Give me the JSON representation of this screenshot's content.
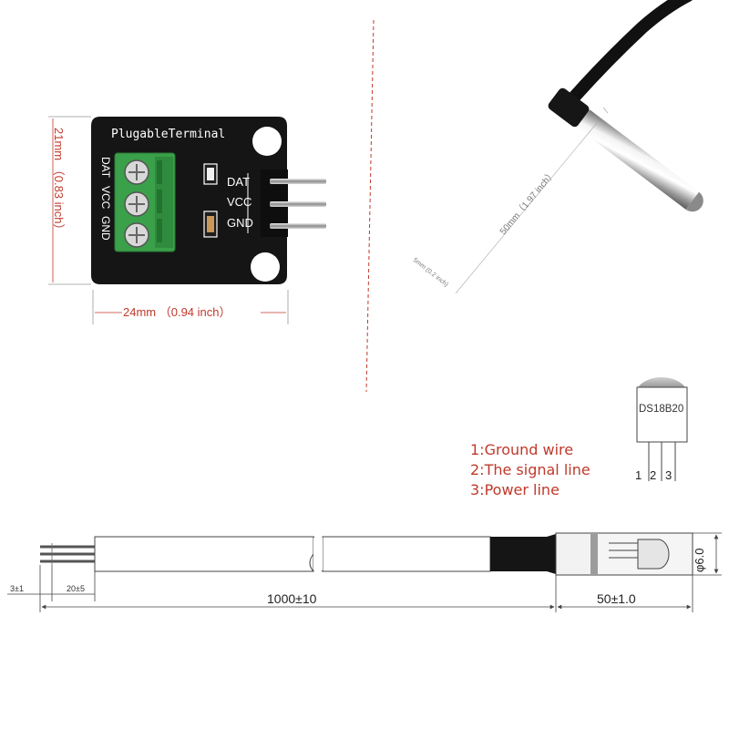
{
  "module": {
    "board_title": "PlugableTerminal",
    "terminal_labels": [
      "DAT",
      "VCC",
      "GND"
    ],
    "pin_labels": [
      "DAT",
      "VCC",
      "GND"
    ],
    "height_label": "21mm （0.83 inch）",
    "width_label": "24mm （0.94 inch）"
  },
  "probe": {
    "length_label": "50mm（1.97 inch）",
    "diameter_label": "5mm (0.2 inch)"
  },
  "chip": {
    "name": "DS18B20",
    "pins": [
      "1",
      "2",
      "3"
    ]
  },
  "legend": [
    "1:Ground wire",
    "2:The signal line",
    "3:Power line"
  ],
  "cable": {
    "strip_label": "3±1",
    "tinned_label": "20±5",
    "cable_length": "1000±10",
    "probe_length": "50±1.0",
    "diameter": "φ6.0"
  },
  "colors": {
    "dimension": "#c0392b",
    "board": "#151515",
    "terminal_block": "#3aa049",
    "legend": "#c0392b",
    "divider": "#c0392b"
  }
}
